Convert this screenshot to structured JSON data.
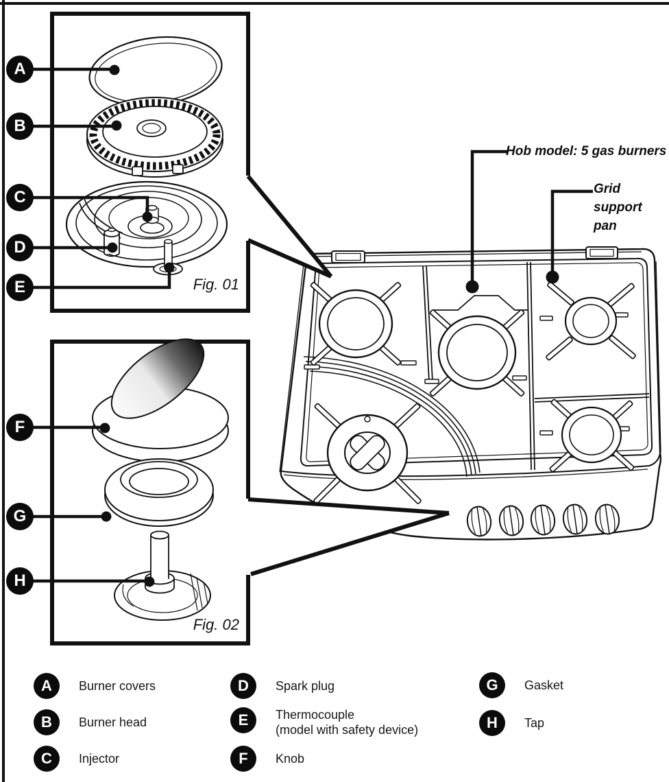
{
  "figures": {
    "fig01": {
      "caption": "Fig. 01"
    },
    "fig02": {
      "caption": "Fig. 02"
    }
  },
  "callouts": {
    "hob_model": "Hob model: 5 gas burners",
    "grid_support": [
      "Grid",
      "support",
      "pan"
    ]
  },
  "legend": {
    "items": [
      {
        "letter": "A",
        "label": "Burner covers"
      },
      {
        "letter": "B",
        "label": "Burner head"
      },
      {
        "letter": "C",
        "label": "Injector"
      },
      {
        "letter": "D",
        "label": "Spark plug"
      },
      {
        "letter": "E",
        "label": "Thermocouple",
        "sublabel": "(model with safety device)"
      },
      {
        "letter": "F",
        "label": "Knob"
      },
      {
        "letter": "G",
        "label": "Gasket"
      },
      {
        "letter": "H",
        "label": "Tap"
      }
    ]
  },
  "colors": {
    "ink": "#111111",
    "paper": "#ffffff"
  }
}
